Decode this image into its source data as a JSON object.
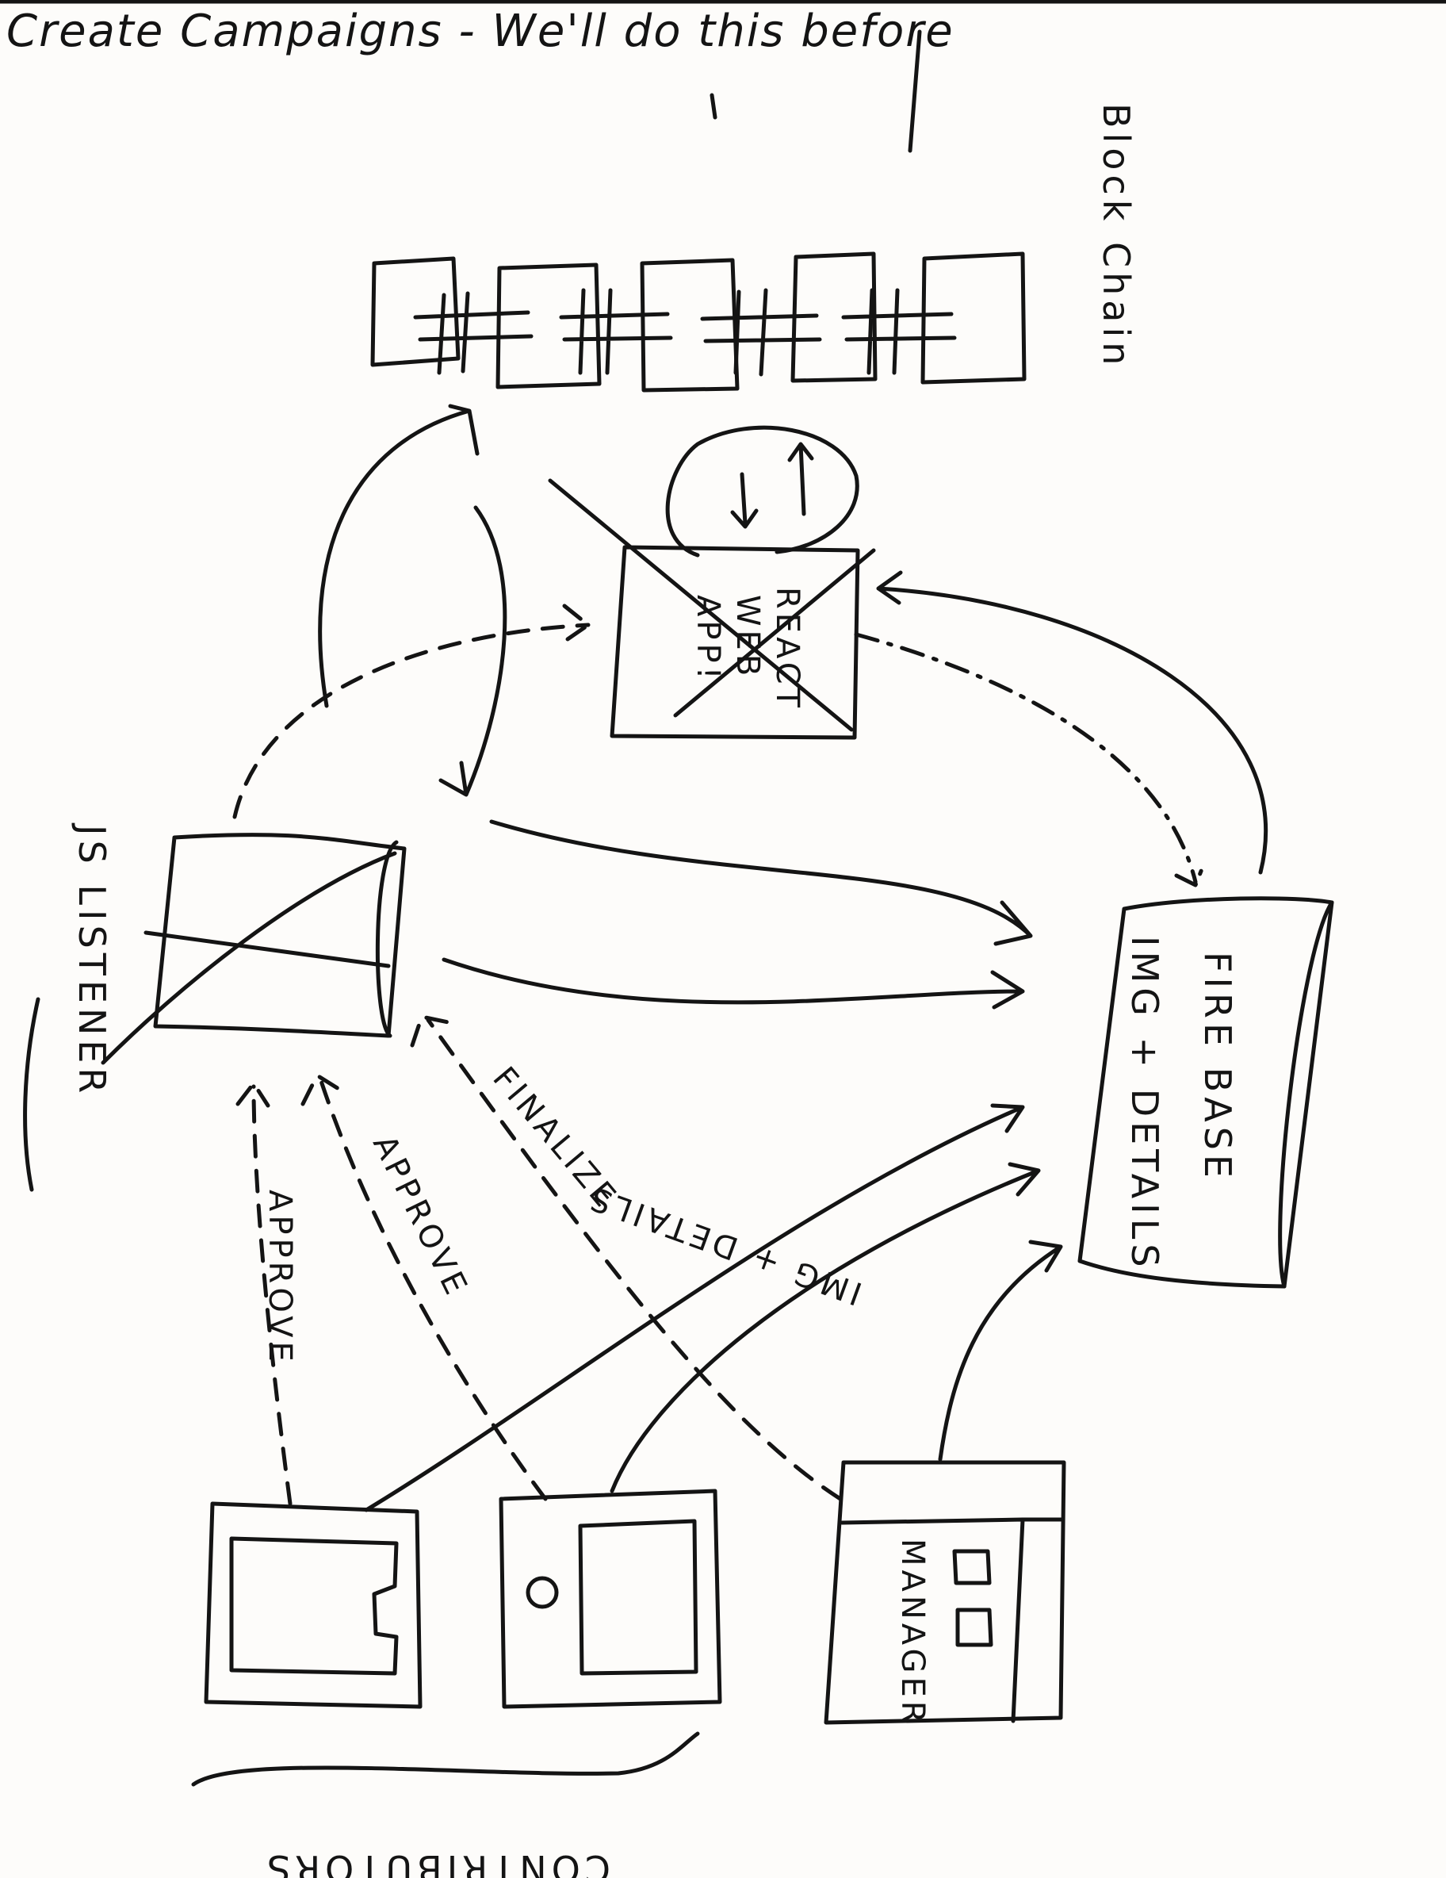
{
  "header_note": "Create Campaigns - We'll do this before",
  "labels": {
    "block_chain": "Block Chain",
    "react_web_app": [
      "REACT",
      "WEB",
      "APP!"
    ],
    "js_listener": "JS LISTENER",
    "firebase": "FIRE BASE",
    "firebase_details": "IMG + DETAILS",
    "finalize": "FINALIZE",
    "approve_left": "APPROVE",
    "approve_right": "APPROVE",
    "img_details": "IMG + DETAILS",
    "manager": "MANAGER",
    "contributors": "CONTRIBUTORS"
  }
}
